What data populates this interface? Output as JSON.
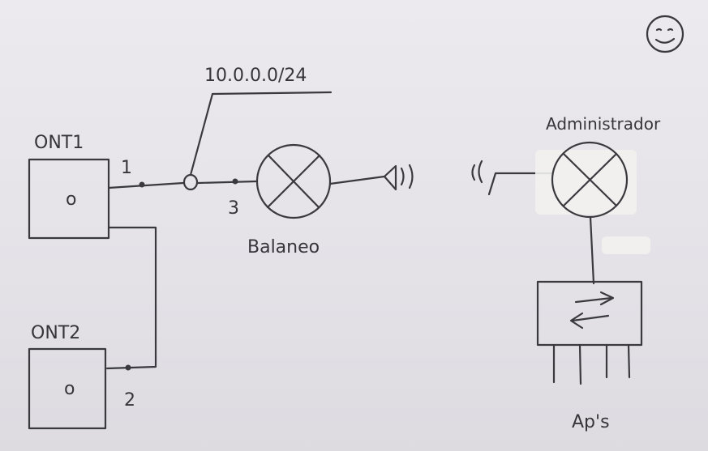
{
  "labels": {
    "ont1": "ONT1",
    "ont2": "ONT2",
    "port1": "1",
    "port2": "2",
    "port3": "3",
    "network": "10.0.0.0/24",
    "balancer": "Balaneo",
    "admin": "Administrador",
    "aps": "Ap's",
    "ont1_led": "o",
    "ont2_led": "o"
  },
  "icons": {
    "face": "smiley-face-icon",
    "wireless_left": "wireless-signal-icon",
    "wireless_right": "wireless-signal-icon"
  },
  "colors": {
    "ink": "#3a3a3e",
    "paper": "#e9e7eb"
  }
}
